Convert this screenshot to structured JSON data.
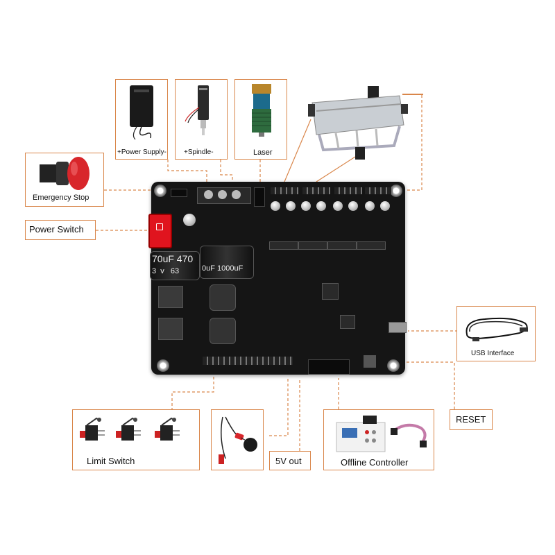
{
  "labels": {
    "power_supply": "+Power Supply-",
    "spindle": "+Spindle-",
    "laser": "Laser",
    "emergency_stop": "Emergency Stop",
    "power_switch": "Power Switch",
    "usb_interface": "USB Interface",
    "reset": "RESET",
    "limit_switch": "Limit Switch",
    "five_v_out": "5V out",
    "offline_controller": "Offline Controller"
  },
  "capacitors": {
    "cap1": "70uF 470",
    "cap1_sub": "3  v   63",
    "cap2": "0uF 1000uF"
  },
  "colors": {
    "accent": "#d9864a",
    "board": "#151515",
    "estop_red": "#d8262b",
    "switch_red": "#e0141e"
  },
  "icons": [
    "power-supply-icon",
    "spindle-motor-icon",
    "laser-module-icon",
    "emergency-stop-button-icon",
    "cnc-machine-icon",
    "usb-cable-icon",
    "limit-switch-icon",
    "probe-icon",
    "offline-controller-icon"
  ]
}
